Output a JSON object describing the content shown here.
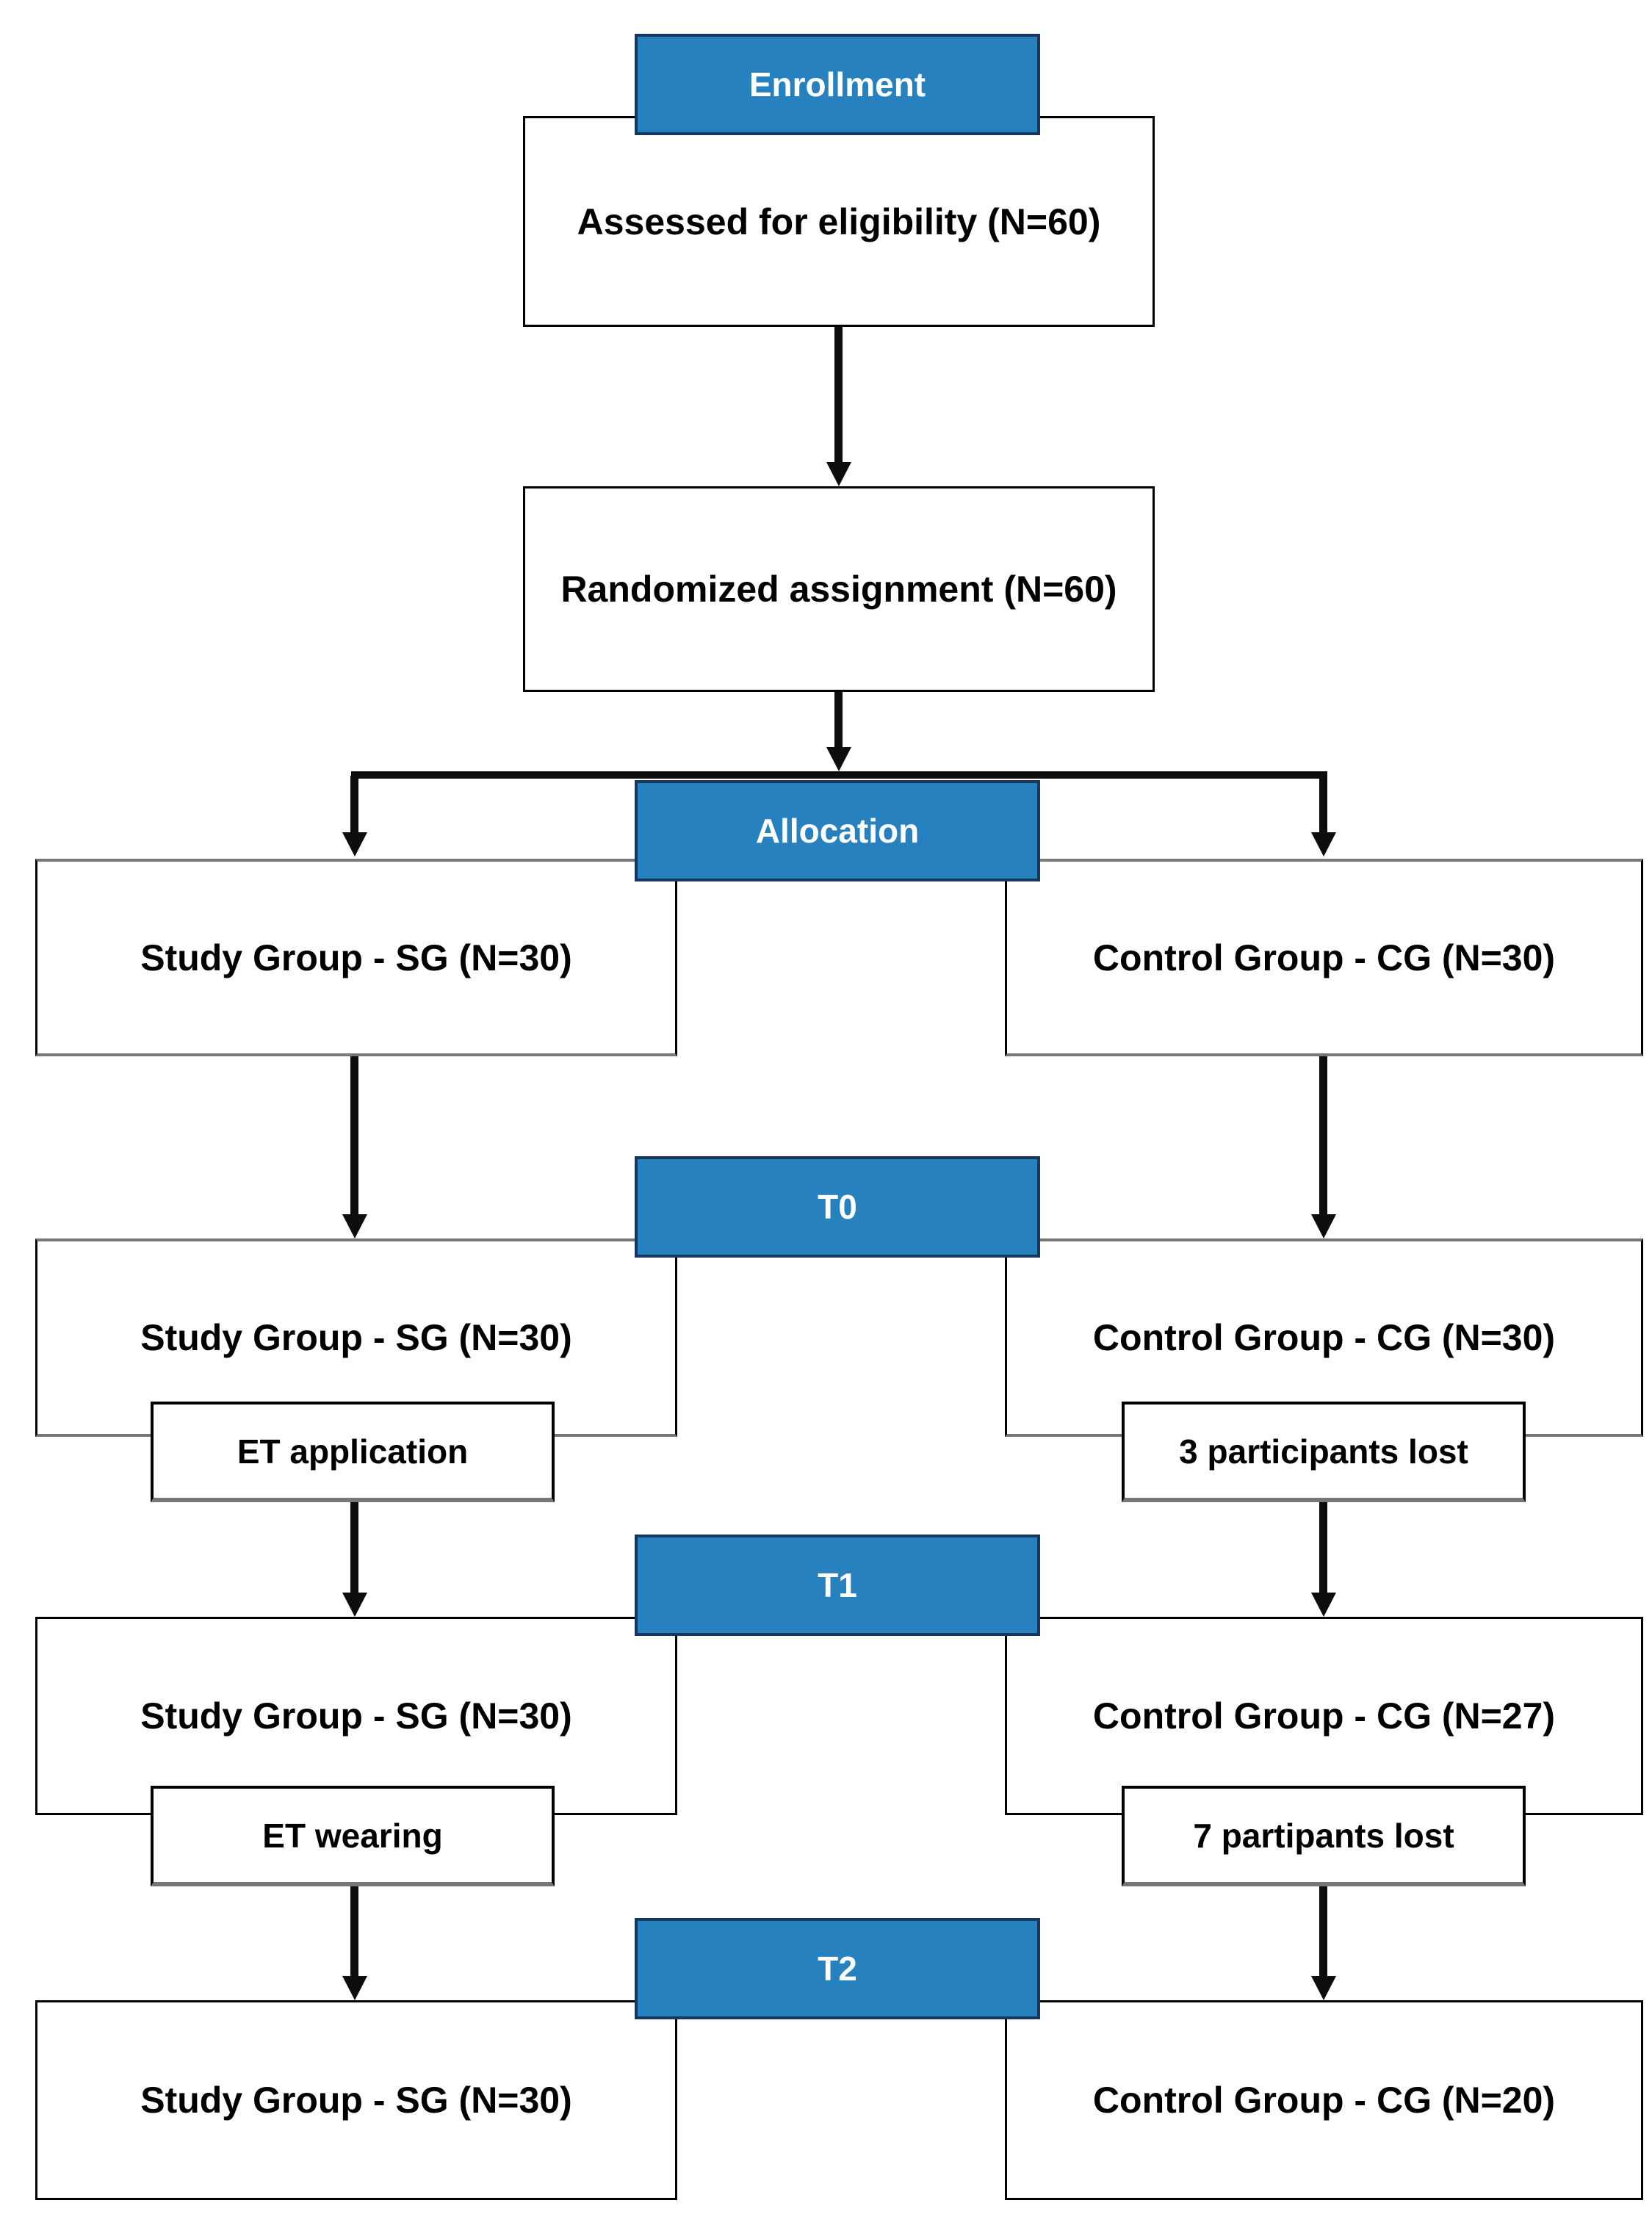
{
  "figure": {
    "type": "study-flow-diagram",
    "description": "CONSORT-style participant flow chart"
  },
  "banners": [
    {
      "label": "Enrollment"
    },
    {
      "label": "Allocation"
    },
    {
      "label": "T0"
    },
    {
      "label": "T1"
    },
    {
      "label": "T2"
    }
  ],
  "enrollment": {
    "assessed": "Assessed for eligibility (N=60)",
    "randomized": "Randomized assignment (N=60)"
  },
  "rows": {
    "allocation": {
      "study": "Study Group - SG (N=30)",
      "control": "Control Group - CG (N=30)"
    },
    "t0": {
      "study": "Study Group - SG (N=30)",
      "control": "Control Group - CG (N=30)",
      "study_note": "ET application",
      "control_note": "3 participants lost"
    },
    "t1": {
      "study": "Study Group - SG (N=30)",
      "control": "Control Group - CG (N=27)",
      "study_note": "ET wearing",
      "control_note": "7 partipants lost"
    },
    "t2": {
      "study": "Study Group - SG (N=30)",
      "control": "Control Group - CG (N=20)"
    }
  },
  "colors": {
    "banner_fill": "#2781BF",
    "banner_border": "#17375E",
    "banner_text": "#FFFFFF",
    "box_border": "#000000",
    "muted_border": "#777777",
    "arrow": "#0D0D0D",
    "text": "#000000",
    "background": "#FFFFFF"
  }
}
